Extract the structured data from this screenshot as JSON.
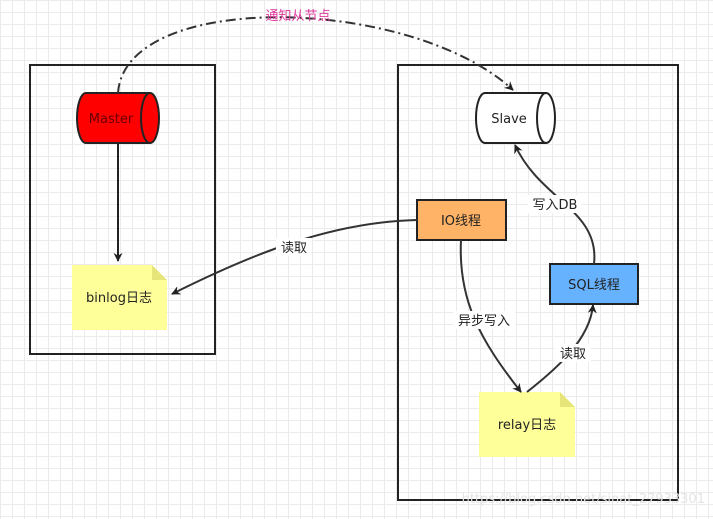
{
  "nodes": {
    "master": "Master",
    "slave": "Slave",
    "binlog": "binlog日志",
    "relay": "relay日志",
    "io_thread": "IO线程",
    "sql_thread": "SQL线程"
  },
  "edges": {
    "notify": "通知从节点",
    "read_left": "读取",
    "async_write": "异步写入",
    "read_right": "读取",
    "write_db": "写入DB"
  },
  "watermark": "https://blog.csdn.net/sinat_27933301",
  "colors": {
    "master_fill": "#ff0000",
    "slave_fill": "#ffffff",
    "io_fill": "#ffb366",
    "sql_fill": "#66b2ff",
    "note_fill": "#ffff99",
    "notify_text": "#e0389c"
  }
}
